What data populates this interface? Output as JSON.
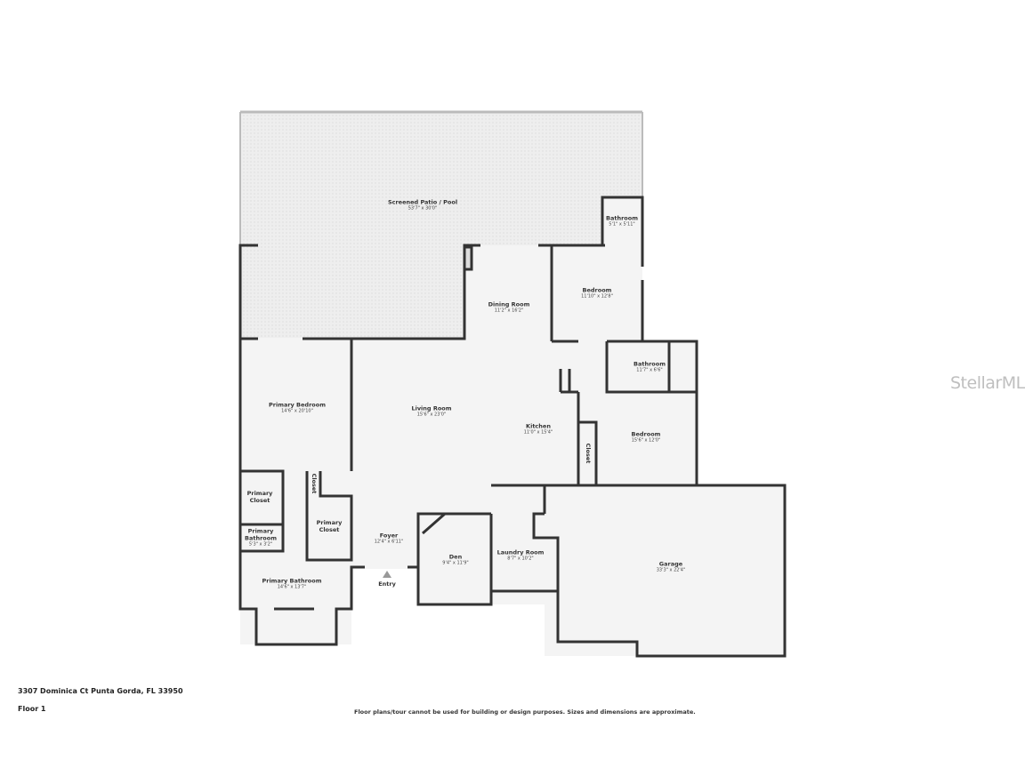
{
  "rooms": {
    "patio": {
      "name": "Screened Patio / Pool",
      "dims": "53'7\" x 30'0\""
    },
    "bath_small": {
      "name": "Bathroom",
      "dims": "5'1\" x 5'11\""
    },
    "dining": {
      "name": "Dining Room",
      "dims": "11'2\" x 16'2\""
    },
    "bedroom_ne": {
      "name": "Bedroom",
      "dims": "11'10\" x 12'8\""
    },
    "bath_e": {
      "name": "Bathroom",
      "dims": "11'7\" x 6'6\""
    },
    "primary_bedroom": {
      "name": "Primary Bedroom",
      "dims": "14'6\" x 20'10\""
    },
    "living": {
      "name": "Living Room",
      "dims": "15'6\" x 23'0\""
    },
    "kitchen": {
      "name": "Kitchen",
      "dims": "11'0\" x 15'4\""
    },
    "bedroom_e": {
      "name": "Bedroom",
      "dims": "15'6\" x 12'0\""
    },
    "closet_e": {
      "name": "Closet"
    },
    "closet_small": {
      "name": "Closet"
    },
    "primary_closet_1": {
      "name": "Primary Closet"
    },
    "primary_closet_2": {
      "name": "Primary Closet"
    },
    "primary_bath_small": {
      "name": "Primary Bathroom",
      "dims": "5'3\" x 3'2\""
    },
    "foyer": {
      "name": "Foyer",
      "dims": "12'4\" x 6'11\""
    },
    "den": {
      "name": "Den",
      "dims": "9'4\" x 11'9\""
    },
    "laundry": {
      "name": "Laundry Room",
      "dims": "8'7\" x 10'2\""
    },
    "garage": {
      "name": "Garage",
      "dims": "33'3\" x 22'4\""
    },
    "primary_bath": {
      "name": "Primary Bathroom",
      "dims": "14'6\" x 13'7\""
    },
    "entry": {
      "name": "Entry"
    }
  },
  "footer": {
    "address": "3307 Dominica Ct Punta Gorda, FL 33950",
    "floor": "Floor 1",
    "disclaimer": "Floor plans/tour cannot be used for building or design purposes. Sizes and dimensions are approximate."
  },
  "watermark": "StellarMLS",
  "colors": {
    "wall": "#333333",
    "floor": "#f4f4f4",
    "patio": "#ececec"
  }
}
